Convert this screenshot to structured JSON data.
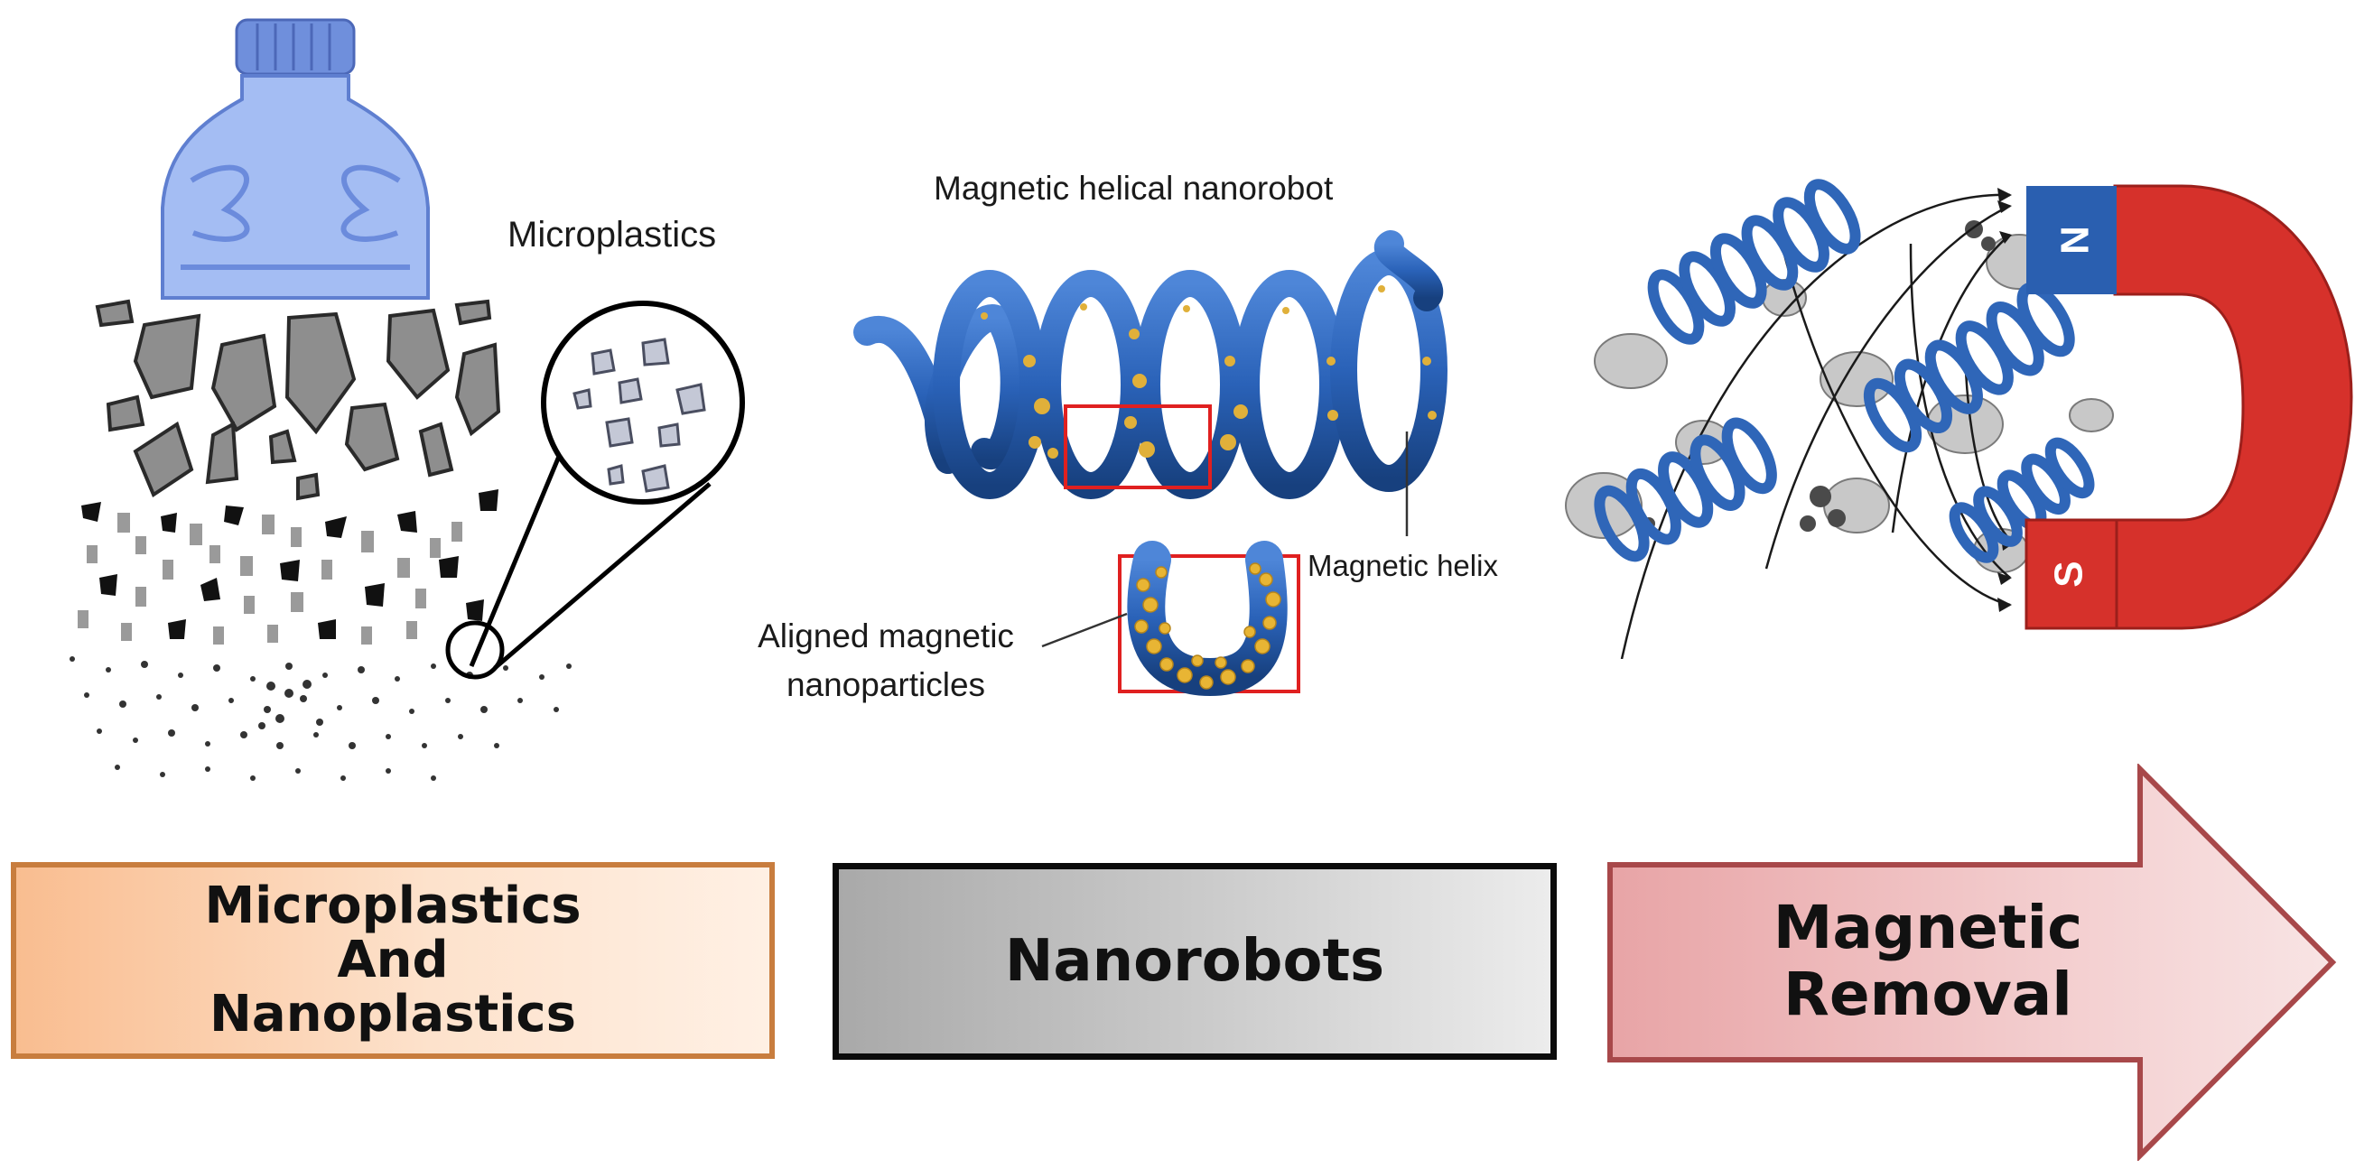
{
  "panels": {
    "microplastics": {
      "label": "Microplastics"
    },
    "nanorobot": {
      "title": "Magnetic helical nanorobot",
      "helix_label": "Magnetic helix",
      "particles_label": "Aligned magnetic\nnanoparticles"
    },
    "magnet": {
      "north_label": "N",
      "south_label": "S"
    }
  },
  "stages": {
    "microplastics_nanoplastics": "Microplastics\nAnd\nNanoplastics",
    "nanorobots": "Nanorobots",
    "magnetic_removal": "Magnetic\nRemoval"
  },
  "colors": {
    "bottle": "#9db8f2",
    "fragments": "#8e8e8e",
    "helix": "#2a62b8",
    "nanoparticles": "#e0b03a",
    "highlight_box": "#e02020",
    "magnet_red": "#d6312b",
    "magnet_blue": "#2a5fb0",
    "stage1_border": "#c87d3e",
    "stage3_border": "#a8484a"
  }
}
